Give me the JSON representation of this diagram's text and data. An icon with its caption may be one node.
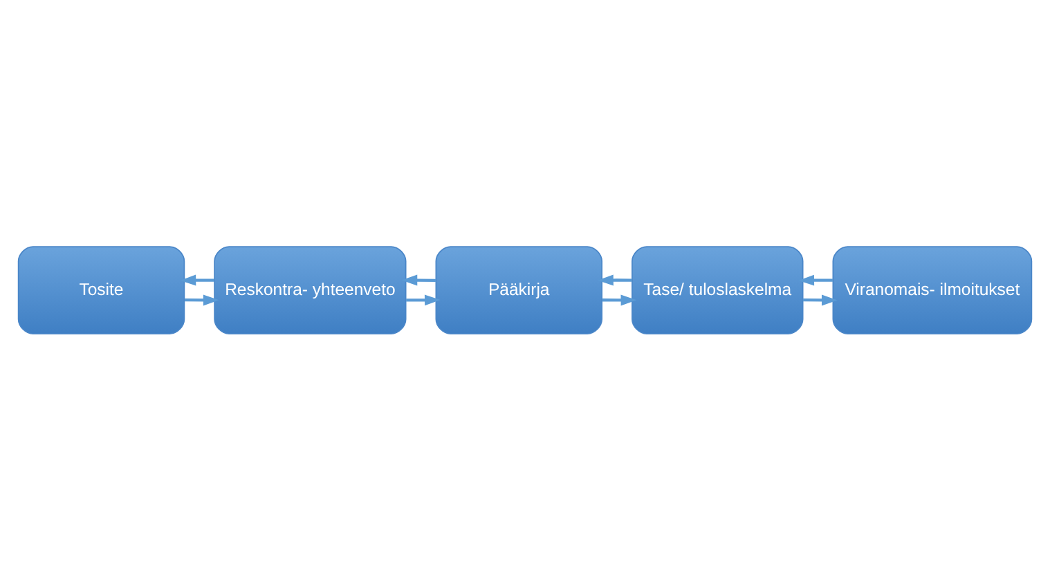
{
  "diagram": {
    "nodes": [
      {
        "text": [
          "Tosite"
        ]
      },
      {
        "text": [
          "Reskontra- yhteenveto"
        ]
      },
      {
        "text": [
          "Pääkirja"
        ]
      },
      {
        "text": [
          "Tase/ tuloslaskelma"
        ]
      },
      {
        "text": [
          "Viranomais- ilmoitukset"
        ]
      }
    ],
    "edges": [
      {
        "from": 0,
        "to": 1,
        "arrow": "to"
      },
      {
        "from": 1,
        "to": 0,
        "arrow": "to"
      },
      {
        "from": 1,
        "to": 2,
        "arrow": "to"
      },
      {
        "from": 2,
        "to": 1,
        "arrow": "to"
      },
      {
        "from": 2,
        "to": 3,
        "arrow": "to"
      },
      {
        "from": 3,
        "to": 2,
        "arrow": "to"
      },
      {
        "from": 3,
        "to": 4,
        "arrow": "to"
      },
      {
        "from": 4,
        "to": 3,
        "arrow": "to"
      }
    ]
  }
}
